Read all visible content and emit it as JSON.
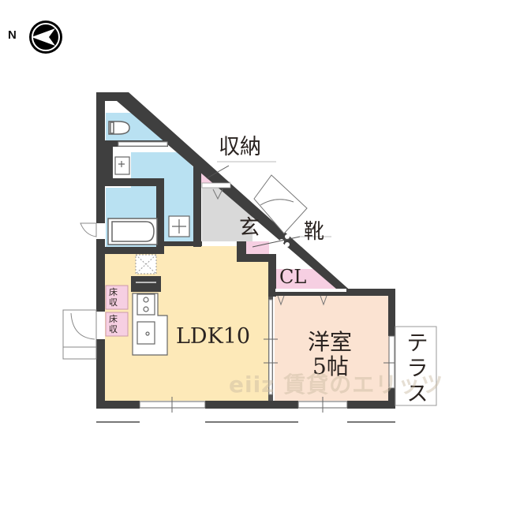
{
  "compass": {
    "label": "N",
    "icon": "north-arrow-icon",
    "direction": "left"
  },
  "rooms": {
    "storage": "収納",
    "entrance": "玄",
    "shoe_box": "靴",
    "closet": "CL",
    "ldk": "LDK10",
    "western_room": "洋室",
    "western_room_size": "5帖",
    "terrace": "テラス",
    "floor_storage_1": "床収",
    "floor_storage_2": "床収"
  },
  "fixtures": [
    "toilet-icon",
    "washbasin-icon",
    "bathtub-icon",
    "washing-machine-icon",
    "stove-icon",
    "sink-icon",
    "refrigerator-space-icon"
  ],
  "watermark": "eiiz 賃貸のエリッツ",
  "colors": {
    "wall": "#3f3f3f",
    "wet_area": "#b9e1f2",
    "ldk_floor": "#fde9b8",
    "western_floor": "#fbe3d2",
    "storage_pink": "#f6cfe2",
    "entrance_gray": "#d9d9d9",
    "background": "#ffffff"
  }
}
